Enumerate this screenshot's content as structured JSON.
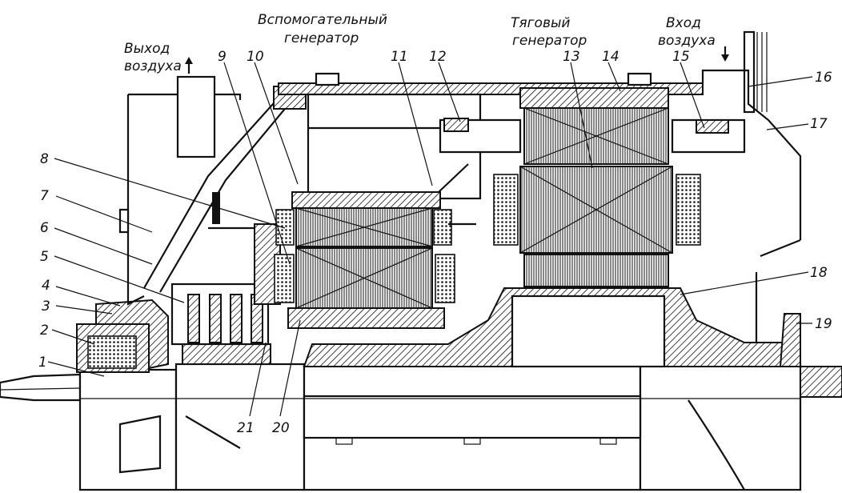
{
  "captions": {
    "air_out_1": "Выход",
    "air_out_2": "воздуха",
    "aux_gen_1": "Вспомогательный",
    "aux_gen_2": "генератор",
    "trac_gen_1": "Тяговый",
    "trac_gen_2": "генератор",
    "air_in_1": "Вход",
    "air_in_2": "воздуха"
  },
  "labels": [
    "1",
    "2",
    "3",
    "4",
    "5",
    "6",
    "7",
    "8",
    "9",
    "10",
    "11",
    "12",
    "13",
    "14",
    "15",
    "16",
    "17",
    "18",
    "19",
    "20",
    "21"
  ]
}
